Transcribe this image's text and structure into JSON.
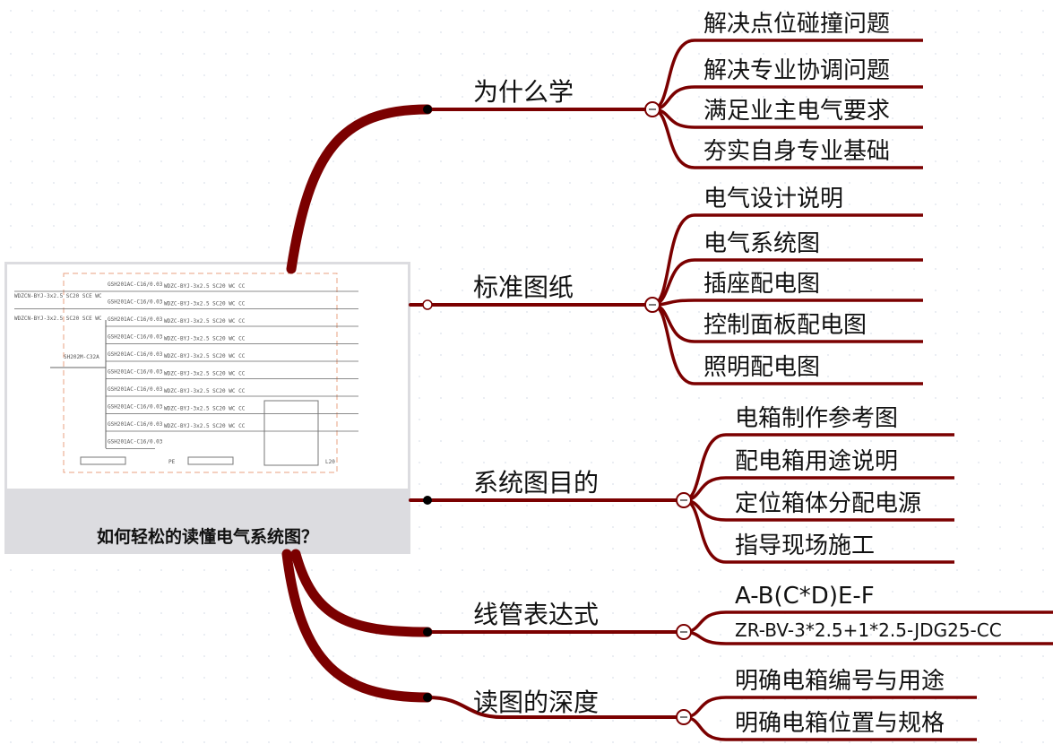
{
  "central": {
    "title": "如何轻松的读懂电气系统图？",
    "schematic": {
      "breaker_label": "GSH201AC-C16/0.03",
      "cable_label": "WDZC-BYJ-3x2.5 SC20 WC CC",
      "main_breaker": "SH202M-C32A",
      "incoming_cable": "WDZCN-BYJ-3x2.5 SC20 SCE WC",
      "pe_label": "PE",
      "l_label": "L20"
    }
  },
  "colors": {
    "branch": "#7b0000",
    "collapse_fill": "#ffffff"
  },
  "branches": [
    {
      "label": "为什么学",
      "children": [
        "解决点位碰撞问题",
        "解决专业协调问题",
        "满足业主电气要求",
        "夯实自身专业基础"
      ]
    },
    {
      "label": "标准图纸",
      "children": [
        "电气设计说明",
        "电气系统图",
        "插座配电图",
        "控制面板配电图",
        "照明配电图"
      ]
    },
    {
      "label": "系统图目的",
      "children": [
        "电箱制作参考图",
        "配电箱用途说明",
        "定位箱体分配电源",
        "指导现场施工"
      ]
    },
    {
      "label": "线管表达式",
      "children": [
        "A-B(C*D)E-F",
        "ZR-BV-3*2.5+1*2.5-JDG25-CC"
      ]
    },
    {
      "label": "读图的深度",
      "children": [
        "明确电箱编号与用途",
        "明确电箱位置与规格"
      ]
    }
  ]
}
